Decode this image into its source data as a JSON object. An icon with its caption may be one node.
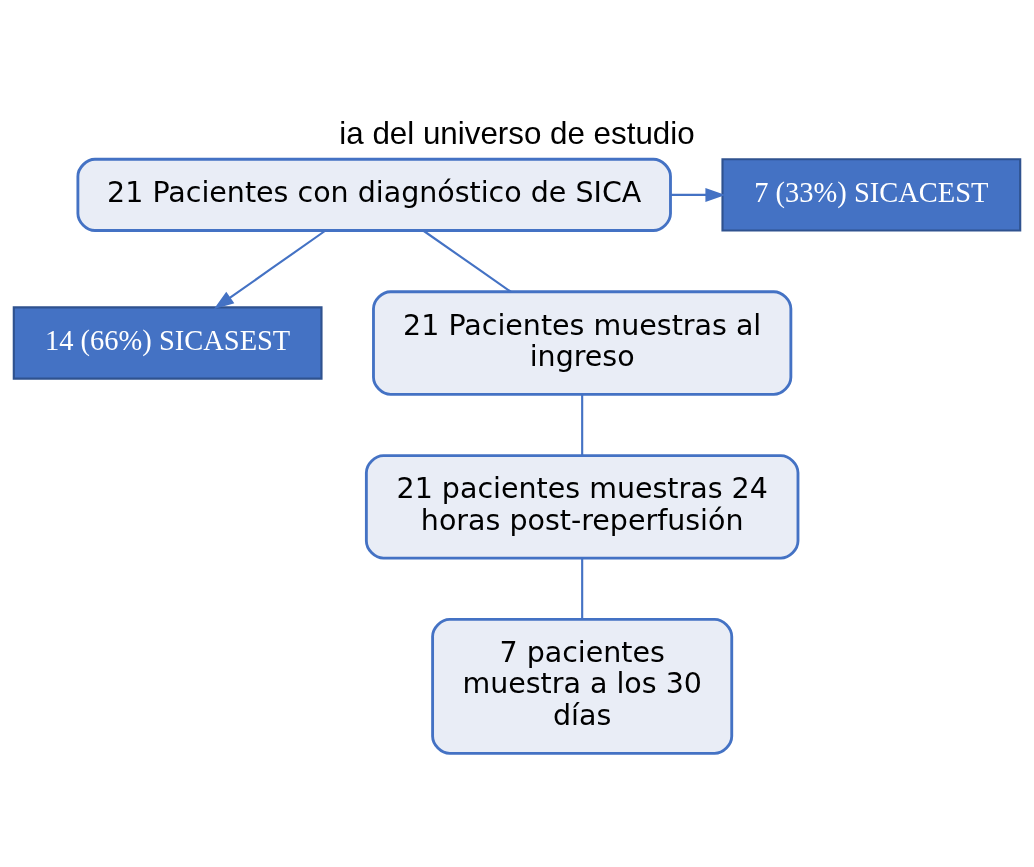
{
  "diagram": {
    "title": "ia del universo de estudio",
    "nodes": [
      {
        "text": [
          "21 Pacientes con diagnóstico de SICA"
        ]
      },
      {
        "text": [
          "7 (33%) SICACEST"
        ]
      },
      {
        "text": [
          "14 (66%) SICASEST"
        ]
      },
      {
        "text": [
          "21 Pacientes muestras al ingreso"
        ]
      },
      {
        "text": [
          "21 pacientes muestras 24 horas post-reperfusión"
        ]
      },
      {
        "text": [
          "7 pacientes muestra a los 30 días"
        ]
      }
    ],
    "edges": [
      {
        "from": 0,
        "to": 1,
        "arrow": "to"
      },
      {
        "from": 0,
        "to": 2,
        "arrow": "to"
      },
      {
        "from": 0,
        "to": 3,
        "arrow": "none"
      },
      {
        "from": 3,
        "to": 4,
        "arrow": "none"
      },
      {
        "from": 4,
        "to": 5,
        "arrow": "none"
      }
    ]
  }
}
